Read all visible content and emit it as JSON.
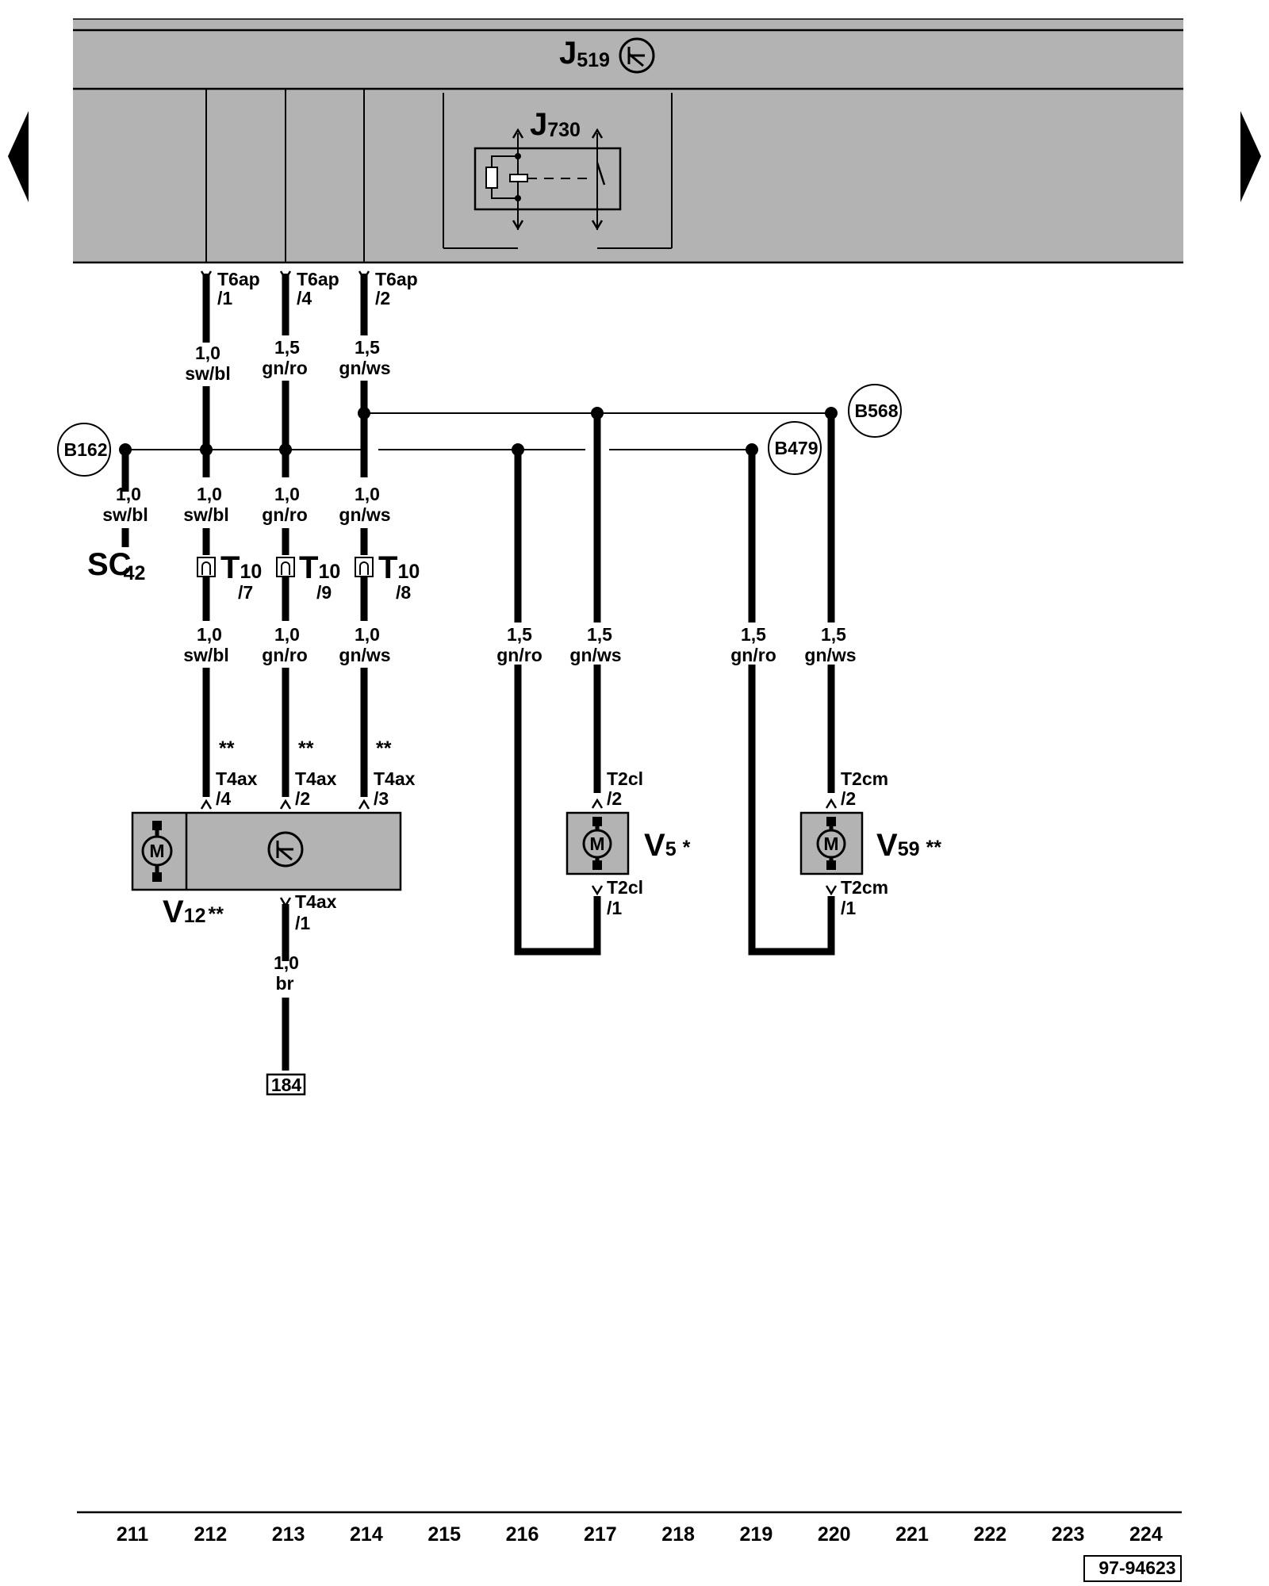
{
  "module": {
    "name": "J",
    "sub": "519"
  },
  "relay": {
    "name": "J",
    "sub": "730"
  },
  "connectors": {
    "t6ap": [
      {
        "name": "T6ap",
        "pin": "/1"
      },
      {
        "name": "T6ap",
        "pin": "/4"
      },
      {
        "name": "T6ap",
        "pin": "/2"
      }
    ],
    "t10": [
      {
        "name": "T",
        "sub": "10",
        "pin": "/7"
      },
      {
        "name": "T",
        "sub": "10",
        "pin": "/9"
      },
      {
        "name": "T",
        "sub": "10",
        "pin": "/8"
      }
    ],
    "t4ax": [
      {
        "name": "T4ax",
        "pin": "/4"
      },
      {
        "name": "T4ax",
        "pin": "/2"
      },
      {
        "name": "T4ax",
        "pin": "/3"
      },
      {
        "name": "T4ax",
        "pin": "/1"
      }
    ],
    "t2cl": [
      {
        "name": "T2cl",
        "pin": "/2"
      },
      {
        "name": "T2cl",
        "pin": "/1"
      }
    ],
    "t2cm": [
      {
        "name": "T2cm",
        "pin": "/2"
      },
      {
        "name": "T2cm",
        "pin": "/1"
      }
    ]
  },
  "wires": {
    "top": [
      {
        "size": "1,0",
        "color": "sw/bl"
      },
      {
        "size": "1,5",
        "color": "gn/ro"
      },
      {
        "size": "1,5",
        "color": "gn/ws"
      }
    ],
    "mid": [
      {
        "size": "1,0",
        "color": "sw/bl"
      },
      {
        "size": "1,0",
        "color": "sw/bl"
      },
      {
        "size": "1,0",
        "color": "gn/ro"
      },
      {
        "size": "1,0",
        "color": "gn/ws"
      }
    ],
    "low": [
      {
        "size": "1,0",
        "color": "sw/bl"
      },
      {
        "size": "1,0",
        "color": "gn/ro"
      },
      {
        "size": "1,0",
        "color": "gn/ws"
      },
      {
        "size": "1,5",
        "color": "gn/ro"
      },
      {
        "size": "1,5",
        "color": "gn/ws"
      },
      {
        "size": "1,5",
        "color": "gn/ro"
      },
      {
        "size": "1,5",
        "color": "gn/ws"
      }
    ],
    "ground": {
      "size": "1,0",
      "color": "br"
    }
  },
  "splices": [
    "B162",
    "B568",
    "B479"
  ],
  "fuse": {
    "name": "SC",
    "sub": "42"
  },
  "stars": "**",
  "motors": {
    "v12": {
      "name": "V",
      "sub": "12",
      "mark": "**",
      "symbol": "M"
    },
    "v5": {
      "name": "V",
      "sub": "5",
      "mark": "*",
      "symbol": "M"
    },
    "v59": {
      "name": "V",
      "sub": "59",
      "mark": "**",
      "symbol": "M"
    }
  },
  "ground_ref": "184",
  "column_numbers": [
    "211",
    "212",
    "213",
    "214",
    "215",
    "216",
    "217",
    "218",
    "219",
    "220",
    "221",
    "222",
    "223",
    "224"
  ],
  "diagram_id": "97-94623",
  "colors": {
    "module_fill": "#b3b3b3",
    "ink": "#000000"
  }
}
